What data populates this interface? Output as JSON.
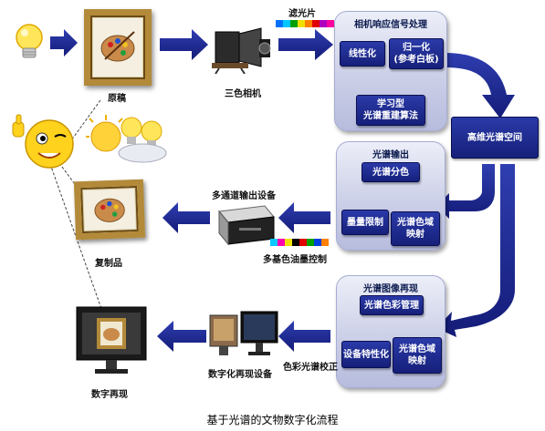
{
  "labels": {
    "original": "原稿",
    "three_color_camera": "三色相机",
    "filter": "滤光片",
    "multichannel_output": "多通道输出设备",
    "multi_ink_control": "多基色油墨控制",
    "reproduction": "复制品",
    "digital_reproduction_device": "数字化再现设备",
    "color_spectral_calibration": "色彩光谱校正",
    "digital_reproduction": "数字再现"
  },
  "panels": {
    "camera_processing": {
      "title": "相机响应信号处理",
      "boxes": [
        "线性化",
        "归一化\n(参考白板)",
        "学习型\n光谱重建算法"
      ]
    },
    "spectral_output": {
      "title": "光谱输出",
      "boxes": [
        "光谱分色",
        "墨量限制",
        "光谱色域\n映射"
      ]
    },
    "spectral_reproduction": {
      "title": "光谱图像再现",
      "boxes": [
        "光谱色彩管理",
        "设备特性化",
        "光谱色域\n映射"
      ]
    }
  },
  "hub": "高维光谱空间",
  "caption": "基于光谱的文物数字化流程",
  "colors": {
    "arrow": "#1e2a8c",
    "box": "#1a2488",
    "panel": "#c9cde6"
  }
}
